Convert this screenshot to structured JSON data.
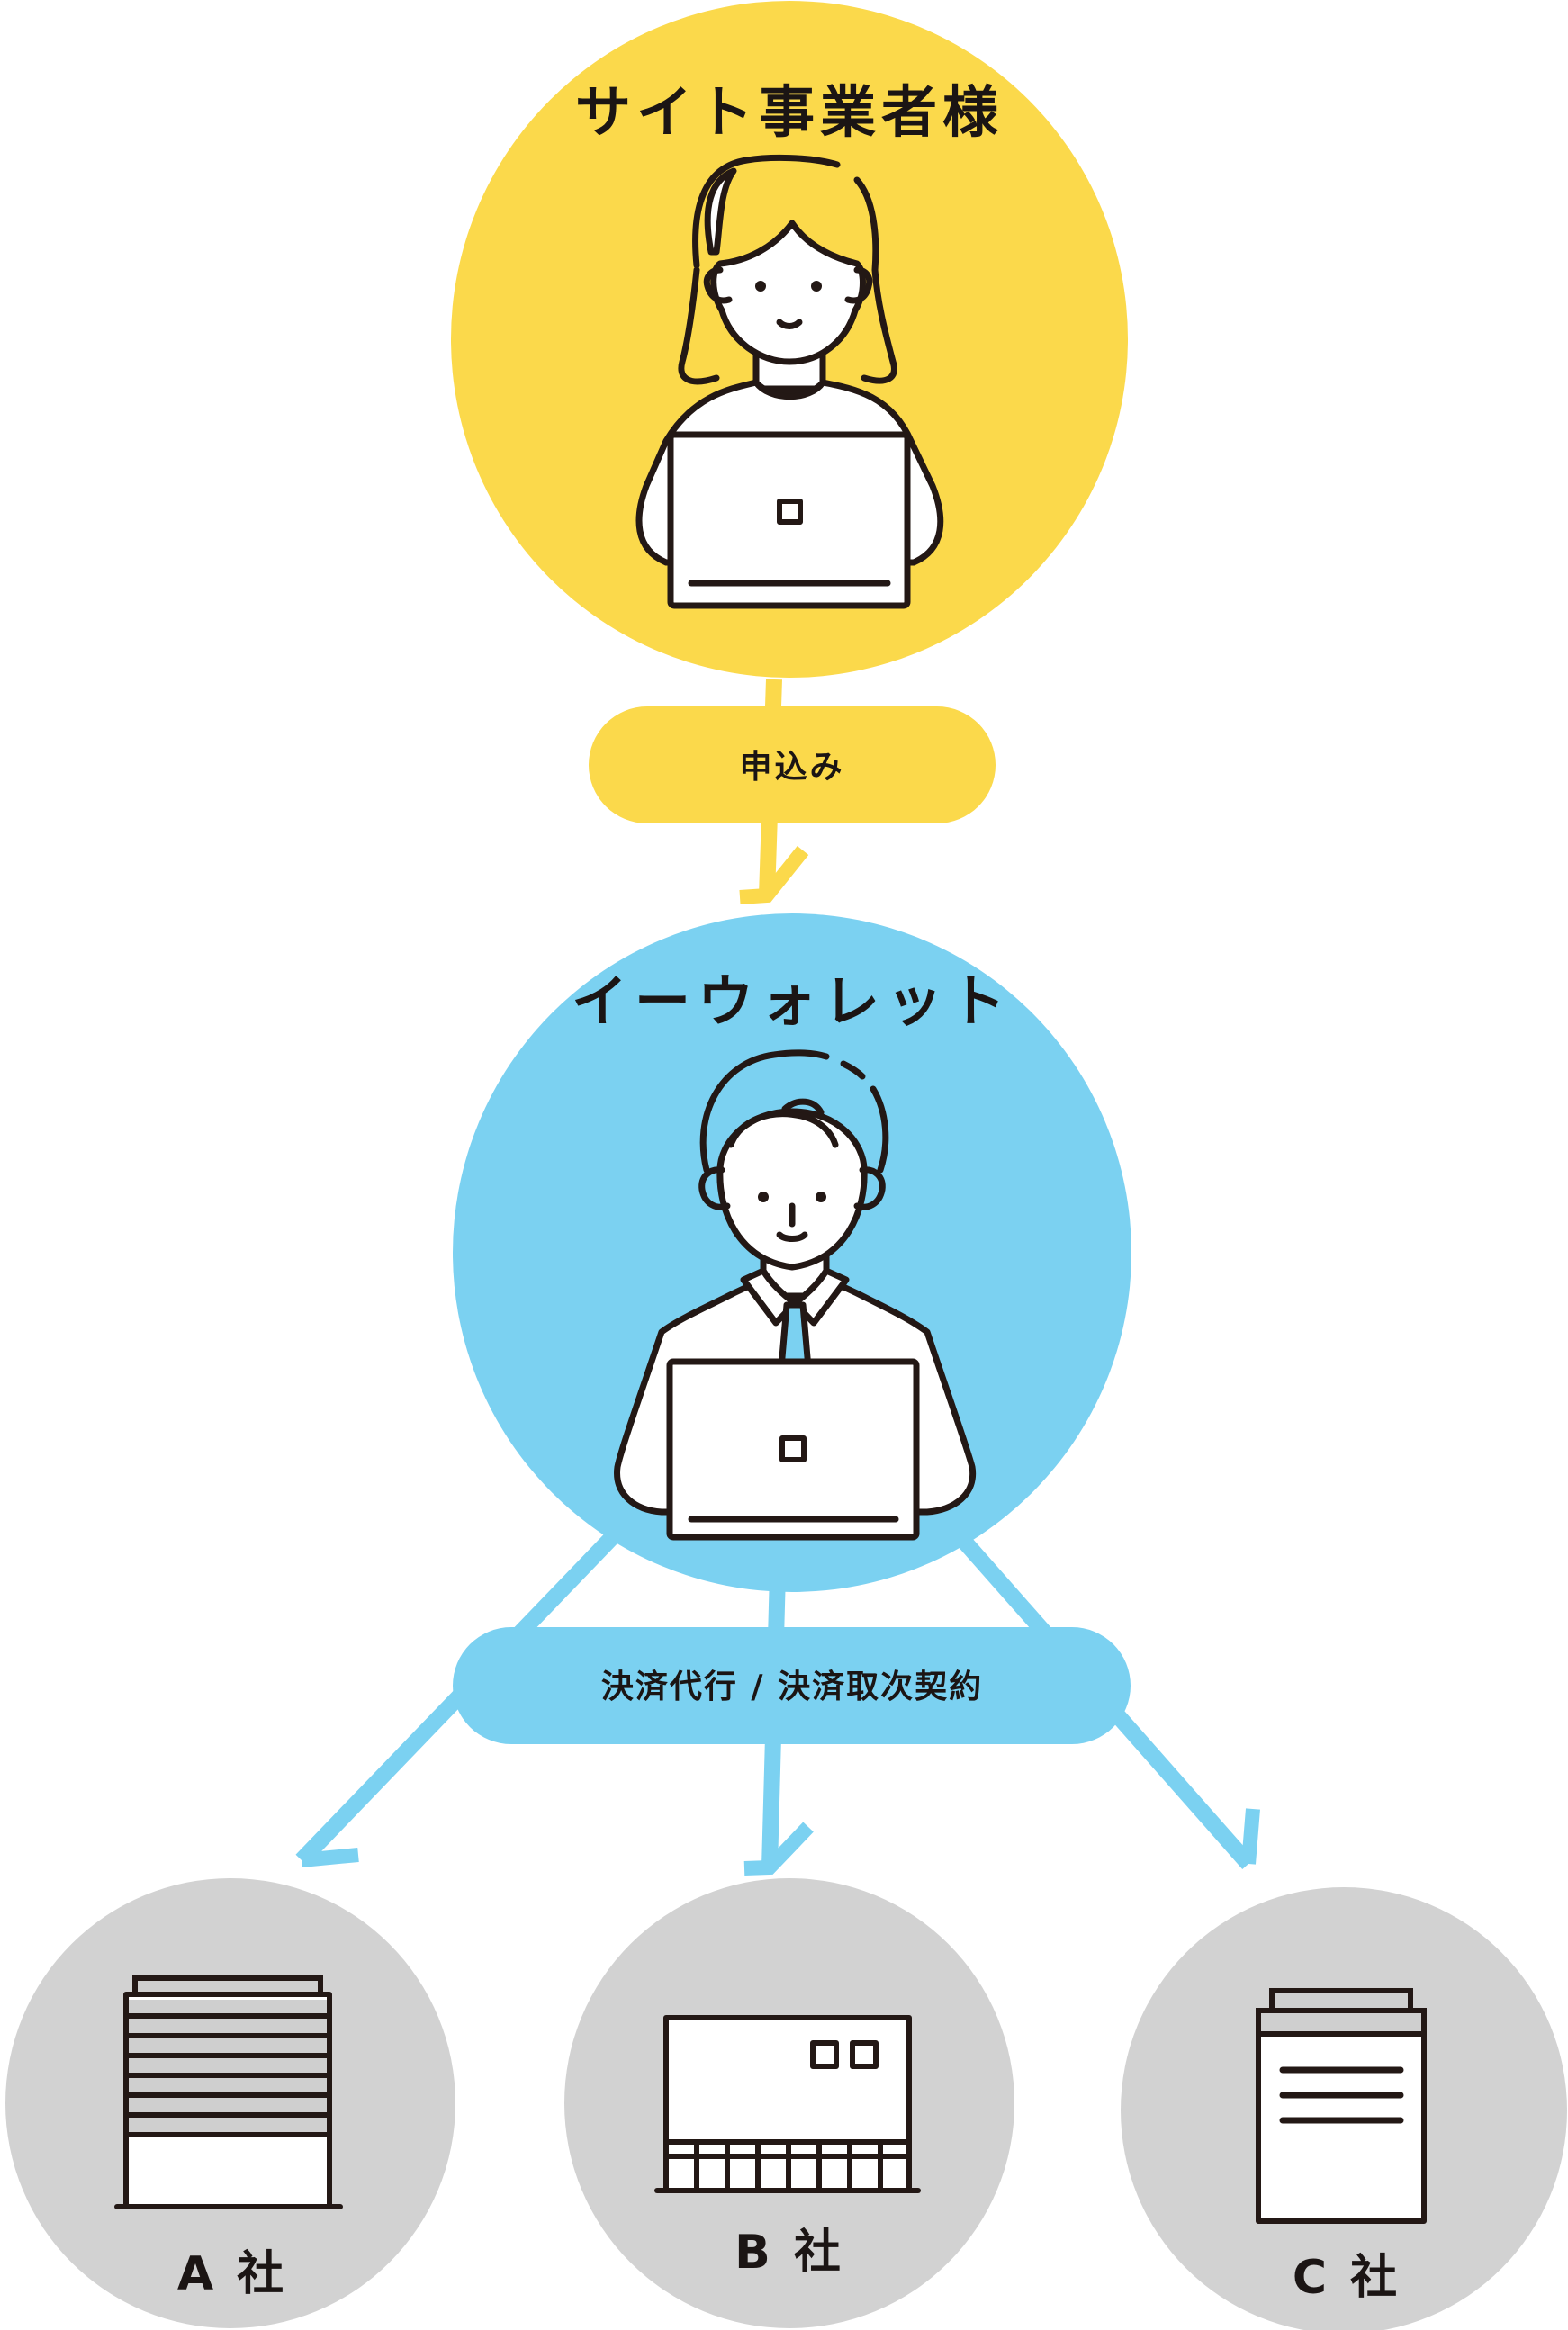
{
  "diagram": {
    "top_node": {
      "label": "サイト事業者様"
    },
    "middle_node": {
      "label": "イーウォレット"
    },
    "edge_top": {
      "label": "申込み"
    },
    "edge_bottom": {
      "label": "決済代行 / 決済取次契約"
    },
    "companies": [
      {
        "label": "A 社"
      },
      {
        "label": "B 社"
      },
      {
        "label": "C 社"
      }
    ]
  },
  "colors": {
    "top_circle": "#fbd94b",
    "middle_circle": "#7bd1f1",
    "company_circle": "#d2d2d2",
    "ink": "#231815"
  }
}
